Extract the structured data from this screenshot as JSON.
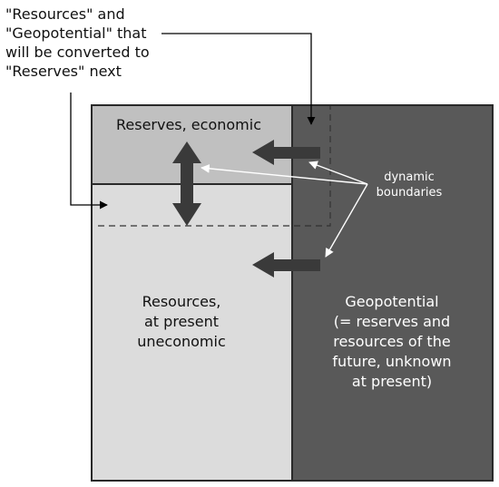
{
  "caption": {
    "line1": "\"Resources\" and",
    "line2": "\"Geopotential\" that",
    "line3": "will be converted to",
    "line4": "\"Reserves\" next"
  },
  "boxes": {
    "reserves": {
      "label": "Reserves, economic",
      "fill": "#c0c0c0"
    },
    "resources": {
      "line1": "Resources,",
      "line2": "at present",
      "line3": "uneconomic",
      "fill": "#dcdcdc"
    },
    "geopotential": {
      "line1": "Geopotential",
      "line2": "(= reserves and",
      "line3": "resources of the",
      "line4": "future, unknown",
      "line5": "at present)",
      "fill": "#595959"
    }
  },
  "annotation": {
    "line1": "dynamic",
    "line2": "boundaries"
  },
  "colors": {
    "border": "#2a2a2a",
    "arrow": "#3a3a3a",
    "pointer": "#ffffff",
    "leader": "#000000"
  }
}
